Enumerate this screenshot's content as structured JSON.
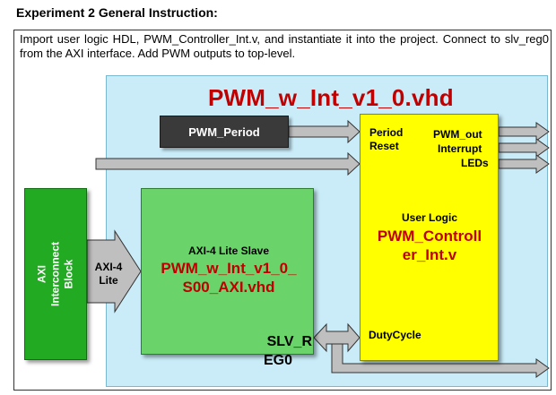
{
  "heading": "Experiment 2 General Instruction:",
  "instruction": "Import user logic HDL, PWM_Controller_Int.v, and instantiate it into the project.  Connect to slv_reg0 from the AXI interface. Add PWM outputs to top-level.",
  "diagram": {
    "ip_title": "PWM_w_Int_v1_0.vhd",
    "pwm_period_label": "PWM_Period",
    "user_logic": {
      "port_period": "Period",
      "port_reset": "Reset",
      "out_pwm": "PWM_out",
      "out_interrupt": "Interrupt",
      "out_leds": "LEDs",
      "caption": "User Logic",
      "name_line1": "PWM_Controll",
      "name_line2": "er_Int.v",
      "port_dutycycle": "DutyCycle"
    },
    "slave": {
      "caption": "AXI-4 Lite Slave",
      "name_line1": "PWM_w_Int_v1_0_",
      "name_line2": "S00_AXI.vhd"
    },
    "interconnect": {
      "line1": "AXI",
      "line2": "Interconnect",
      "line3": "Block"
    },
    "bus_label_line1": "AXI-4",
    "bus_label_line2": "Lite",
    "slv_reg_line1": "SLV_R",
    "slv_reg_line2": "EG0",
    "colors": {
      "ip_background": "#c9ecf8",
      "title_red": "#c00000",
      "user_logic_yellow": "#ffff00",
      "slave_green": "#6ad36a",
      "interconnect_green": "#22aa22",
      "period_gray": "#3a3a3a",
      "arrow_gray": "#bfbfbf"
    }
  }
}
